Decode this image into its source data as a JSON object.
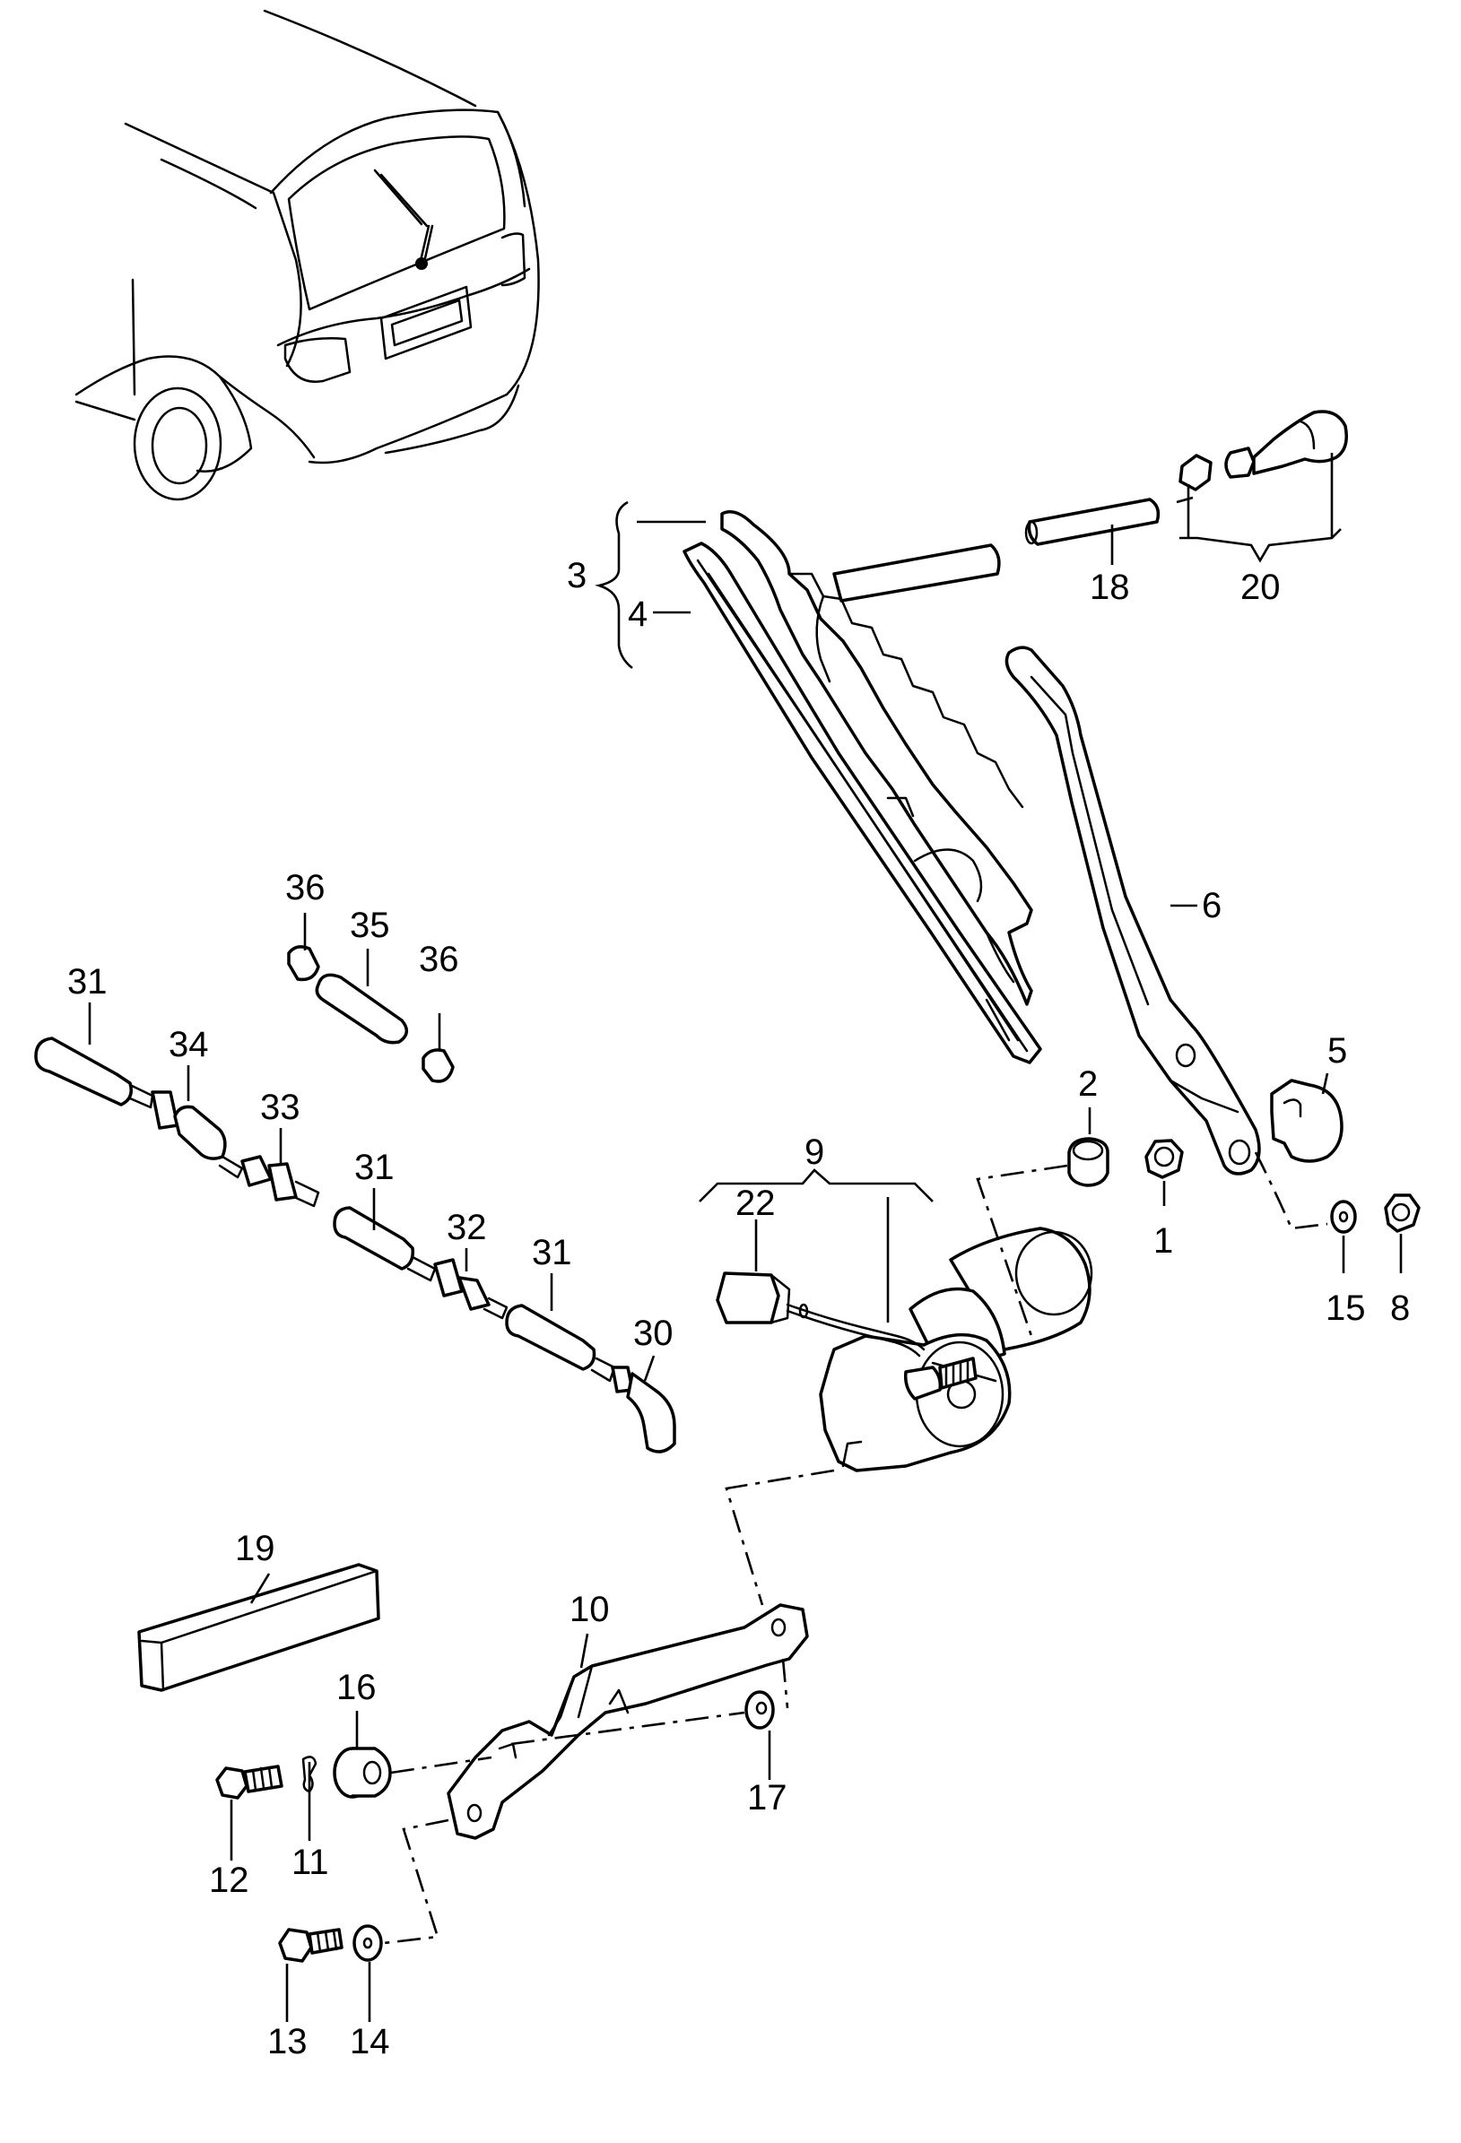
{
  "callouts": {
    "c1": "1",
    "c2": "2",
    "c3": "3",
    "c4": "4",
    "c5": "5",
    "c6": "6",
    "c8": "8",
    "c9": "9",
    "c10": "10",
    "c11": "11",
    "c12": "12",
    "c13": "13",
    "c14": "14",
    "c15": "15",
    "c16": "16",
    "c17": "17",
    "c18": "18",
    "c19": "19",
    "c20": "20",
    "c22": "22",
    "c30": "30",
    "c31a": "31",
    "c31b": "31",
    "c31c": "31",
    "c32": "32",
    "c33": "33",
    "c34": "34",
    "c35": "35",
    "c36a": "36",
    "c36b": "36"
  }
}
